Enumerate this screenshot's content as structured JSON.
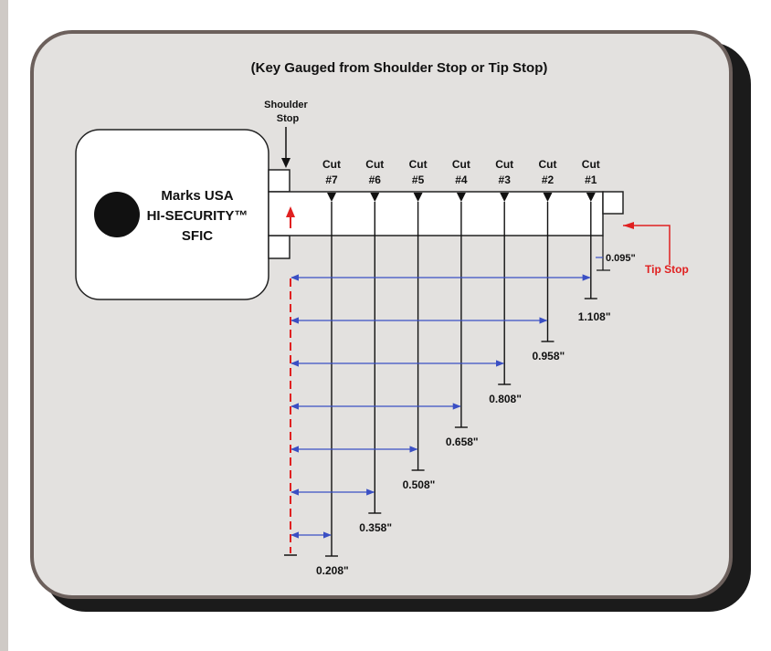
{
  "title": "(Key Gauged from Shoulder Stop or Tip Stop)",
  "shoulder_stop": {
    "line1": "Shoulder",
    "line2": "Stop"
  },
  "key_label": {
    "line1": "Marks USA",
    "line2": "HI-SECURITY™",
    "line3": "SFIC"
  },
  "cut_word": "Cut",
  "cuts": [
    {
      "number": "#7",
      "measurement": "0.208\""
    },
    {
      "number": "#6",
      "measurement": "0.358\""
    },
    {
      "number": "#5",
      "measurement": "0.508\""
    },
    {
      "number": "#4",
      "measurement": "0.658\""
    },
    {
      "number": "#3",
      "measurement": "0.808\""
    },
    {
      "number": "#2",
      "measurement": "0.958\""
    },
    {
      "number": "#1",
      "measurement": "1.108\""
    }
  ],
  "tip_offset": "0.095\"",
  "tip_stop_label": "Tip Stop",
  "colors": {
    "arrow_blue": "#3a4fc4",
    "stop_red": "#e02020",
    "panel_bg": "#e3e1df",
    "panel_border": "#6c605c",
    "line": "#111111"
  }
}
